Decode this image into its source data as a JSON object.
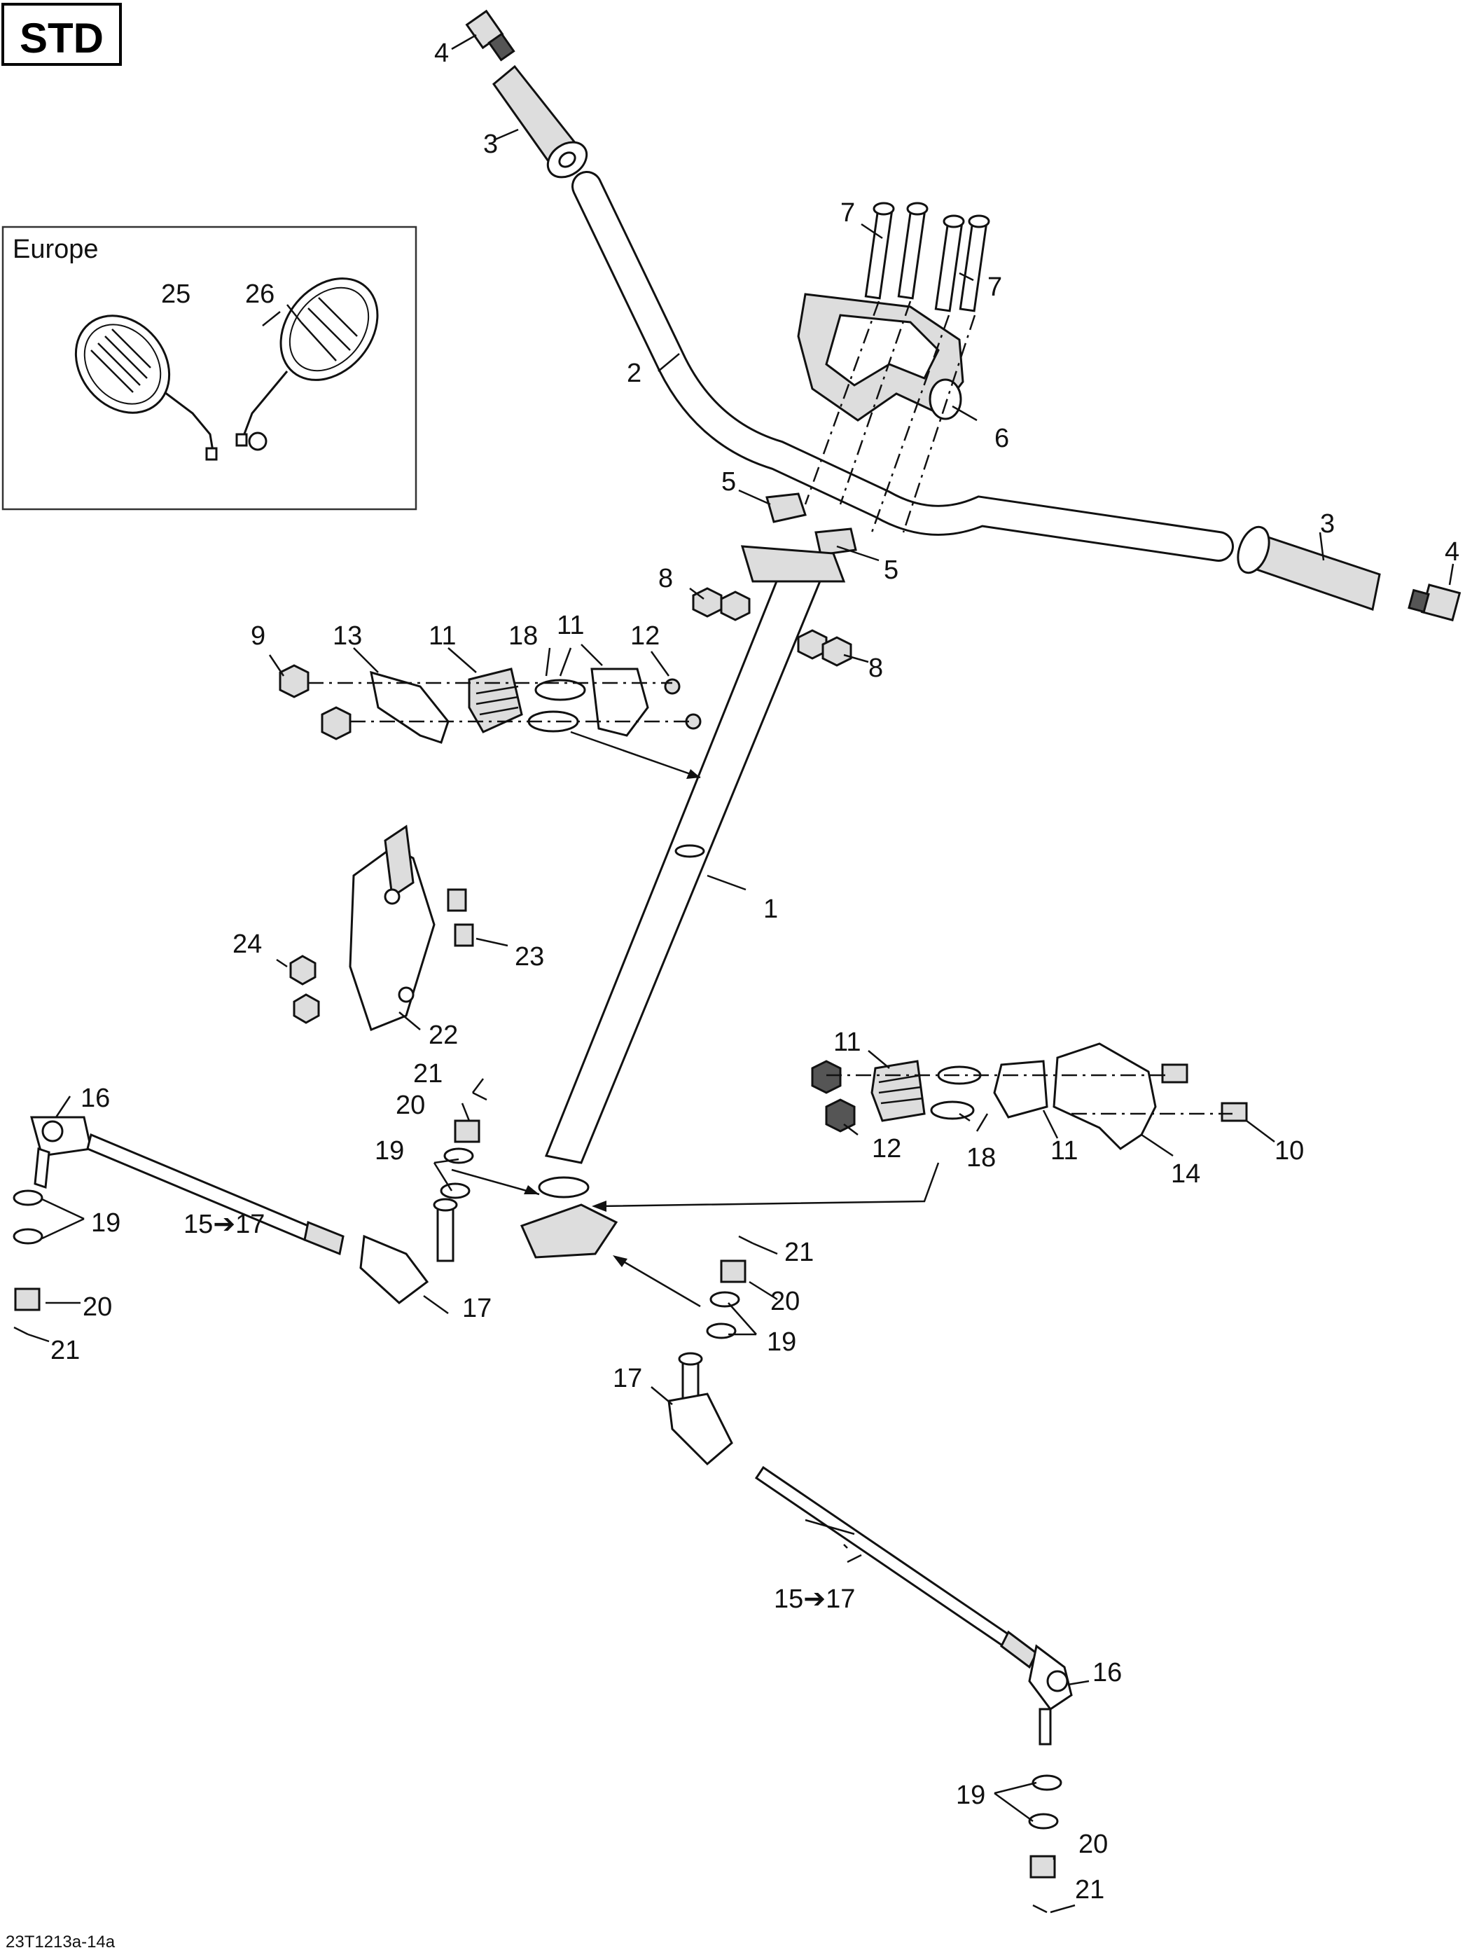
{
  "badge": "STD",
  "inset": {
    "title": "Europe"
  },
  "reference_code": "23T1213a-14a",
  "callouts": [
    {
      "text": "4"
    },
    {
      "text": "3"
    },
    {
      "text": "7"
    },
    {
      "text": "7"
    },
    {
      "text": "25"
    },
    {
      "text": "26"
    },
    {
      "text": "2"
    },
    {
      "text": "6"
    },
    {
      "text": "5"
    },
    {
      "text": "5"
    },
    {
      "text": "3"
    },
    {
      "text": "4"
    },
    {
      "text": "8"
    },
    {
      "text": "8"
    },
    {
      "text": "9"
    },
    {
      "text": "13"
    },
    {
      "text": "11"
    },
    {
      "text": "18"
    },
    {
      "text": "11"
    },
    {
      "text": "12"
    },
    {
      "text": "1"
    },
    {
      "text": "24"
    },
    {
      "text": "23"
    },
    {
      "text": "22"
    },
    {
      "text": "11"
    },
    {
      "text": "12"
    },
    {
      "text": "18"
    },
    {
      "text": "11"
    },
    {
      "text": "14"
    },
    {
      "text": "10"
    },
    {
      "text": "16"
    },
    {
      "text": "21"
    },
    {
      "text": "20"
    },
    {
      "text": "19"
    },
    {
      "text": "19"
    },
    {
      "text": "15➔17"
    },
    {
      "text": "20"
    },
    {
      "text": "21"
    },
    {
      "text": "17"
    },
    {
      "text": "21"
    },
    {
      "text": "20"
    },
    {
      "text": "19"
    },
    {
      "text": "17"
    },
    {
      "text": "15➔17"
    },
    {
      "text": "16"
    },
    {
      "text": "19"
    },
    {
      "text": "20"
    },
    {
      "text": "21"
    }
  ]
}
